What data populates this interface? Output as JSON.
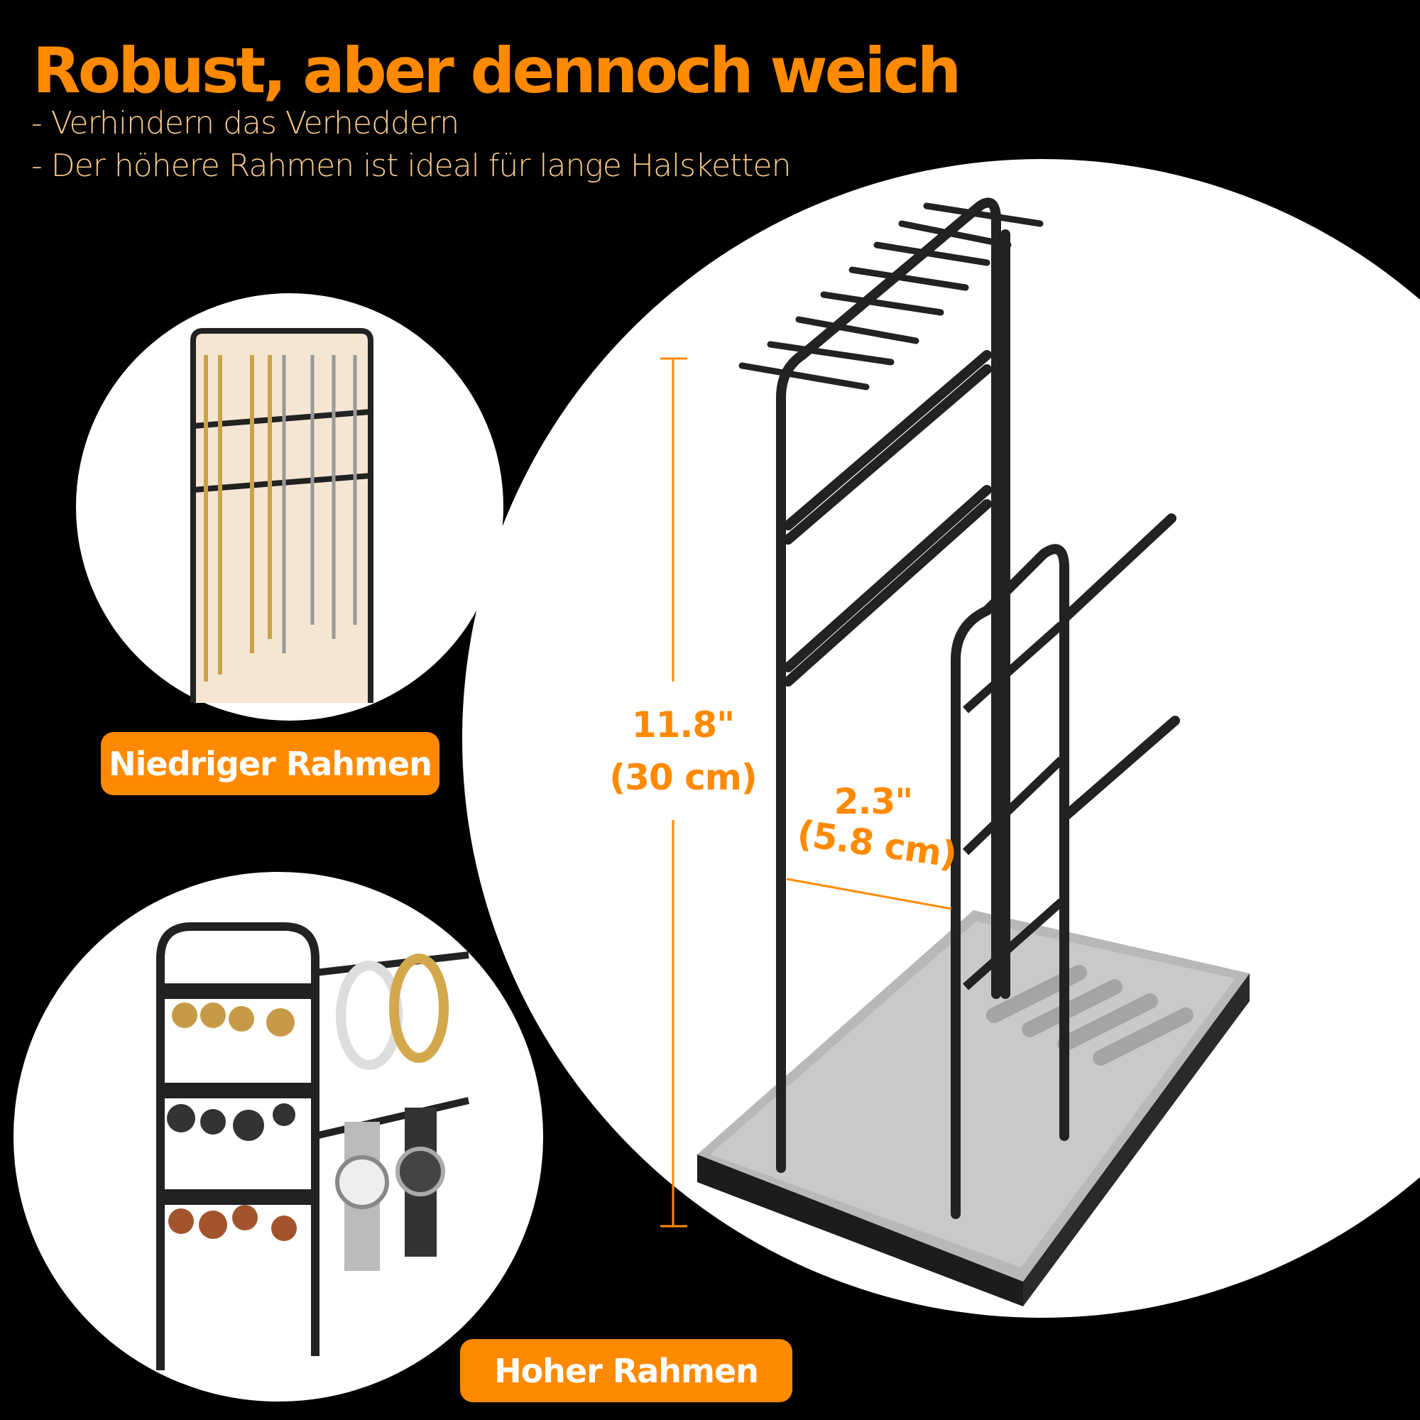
{
  "header": {
    "title": "Robust, aber dennoch weich",
    "bullets": [
      "- Verhindern das Verheddern",
      "- Der höhere Rahmen ist ideal für lange Halsketten"
    ]
  },
  "labels": {
    "low_frame": "Niedriger Rahmen",
    "high_frame": "Hoher Rahmen"
  },
  "dimensions": {
    "height_in": "11.8\"",
    "height_cm": "(30 cm)",
    "depth_in": "2.3\"",
    "depth_cm": "(5.8 cm)"
  },
  "colors": {
    "accent": "#ff8a00",
    "subtitle": "#f7c98a",
    "background": "#000000"
  }
}
